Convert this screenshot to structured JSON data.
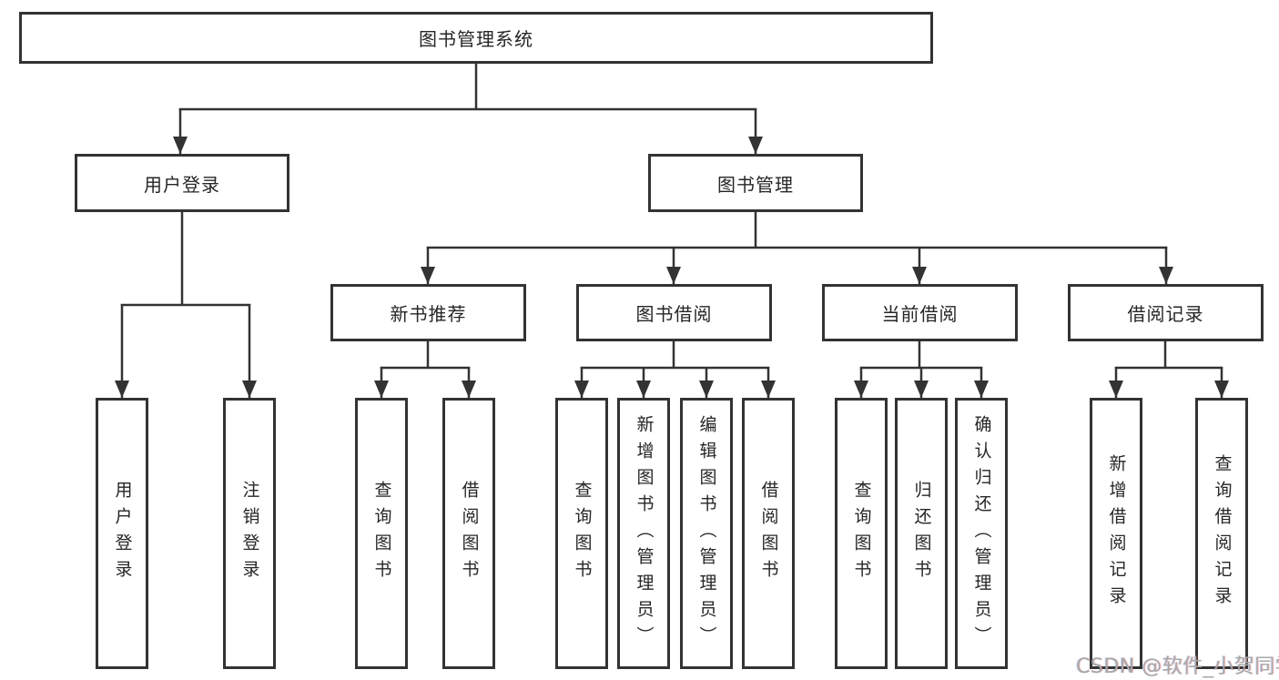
{
  "diagram": {
    "root": {
      "label": "图书管理系统"
    },
    "level2": {
      "user_login": {
        "label": "用户登录"
      },
      "book_management": {
        "label": "图书管理"
      }
    },
    "level3": {
      "new_book_recommend": {
        "label": "新书推荐"
      },
      "book_borrow": {
        "label": "图书借阅"
      },
      "current_borrow": {
        "label": "当前借阅"
      },
      "borrow_record": {
        "label": "借阅记录"
      }
    },
    "leaves": {
      "user_login": {
        "label": "用户登录"
      },
      "logout": {
        "label": "注销登录"
      },
      "recommend_query_book": {
        "label": "查询图书"
      },
      "recommend_borrow_book": {
        "label": "借阅图书"
      },
      "borrow_query_book": {
        "label": "查询图书"
      },
      "borrow_add_book_admin": {
        "label": "新增图书（管理员）"
      },
      "borrow_edit_book_admin": {
        "label": "编辑图书（管理员）"
      },
      "borrow_borrow_book": {
        "label": "借阅图书"
      },
      "current_query_book": {
        "label": "查询图书"
      },
      "current_return_book": {
        "label": "归还图书"
      },
      "current_confirm_return_admin": {
        "label": "确认归还（管理员）"
      },
      "record_add_record": {
        "label": "新增借阅记录"
      },
      "record_query_record": {
        "label": "查询借阅记录"
      }
    }
  },
  "watermark": {
    "text": "CSDN @软件_小贺同学"
  },
  "colors": {
    "line": "#333333",
    "box_border": "#333333",
    "text": "#262626",
    "background": "#ffffff",
    "watermark": "#a8a8a8"
  }
}
